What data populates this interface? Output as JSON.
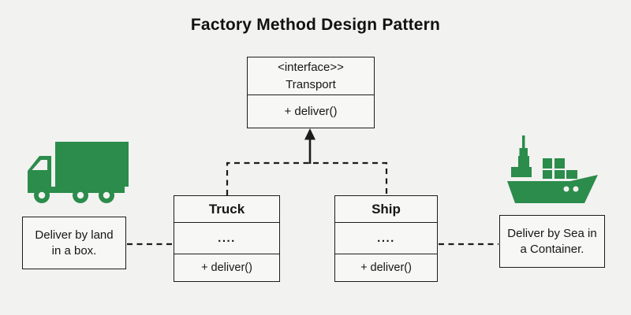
{
  "title": "Factory Method Design Pattern",
  "colors": {
    "green": "#2b8c4b",
    "background": "#f2f2f0",
    "box_fill": "#f7f7f5",
    "line": "#1c1c1c"
  },
  "interface_box": {
    "stereotype": "<interface>>",
    "name": "Transport",
    "method": "+ deliver()"
  },
  "classes": {
    "truck": {
      "name": "Truck",
      "attributes": "....",
      "method": "+ deliver()"
    },
    "ship": {
      "name": "Ship",
      "attributes": "....",
      "method": "+ deliver()"
    }
  },
  "notes": {
    "truck": {
      "line1": "Deliver by land",
      "line2": "in a box."
    },
    "ship": {
      "line1": "Deliver by Sea in",
      "line2": "a Container."
    }
  },
  "icons": {
    "left": "truck-icon",
    "right": "ship-icon"
  }
}
